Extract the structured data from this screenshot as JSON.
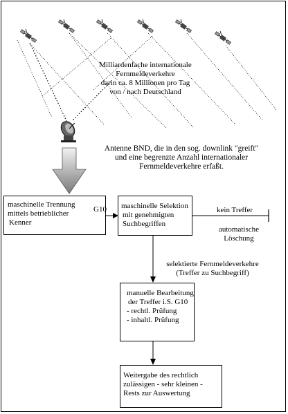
{
  "header": {
    "line1": "Milliardenfache internationale",
    "line2": "Fernmeldeverkehre",
    "line3": "darin ca. 8 Millionen pro Tag",
    "line4": "von / nach Deutschland"
  },
  "antenna": {
    "line1": "Antenne BND, die in den sog. downlink \"greift\"",
    "line2": "und eine begrenzte Anzahl internationaler",
    "line3": "Fernmeldeverkehre erfaßt."
  },
  "box1": {
    "line1": "maschinelle Trennung",
    "line2": "mittels betrieblicher",
    "line3": "Kenner"
  },
  "g10_label": "G10",
  "box2": {
    "line1": "maschinelle Selektion",
    "line2": "mit genehmigten",
    "line3": "Suchbegriffen"
  },
  "no_hit": {
    "label": "kein Treffer",
    "auto_line1": "automatische",
    "auto_line2": "Löschung"
  },
  "selected": {
    "line1": "selektierte Fernmeldeverkehre",
    "line2": "(Treffer zu Suchbegriff)"
  },
  "box3": {
    "line1": "manuelle Bearbeitung",
    "line2": "der Treffer i.S. G10",
    "line3": "- rechtl. Prüfung",
    "line4": "- inhaltl. Prüfung"
  },
  "box4": {
    "line1": "Weitergabe des rechtlich",
    "line2": "zulässigen - sehr kleinen -",
    "line3": "Rests zur Auswertung"
  }
}
